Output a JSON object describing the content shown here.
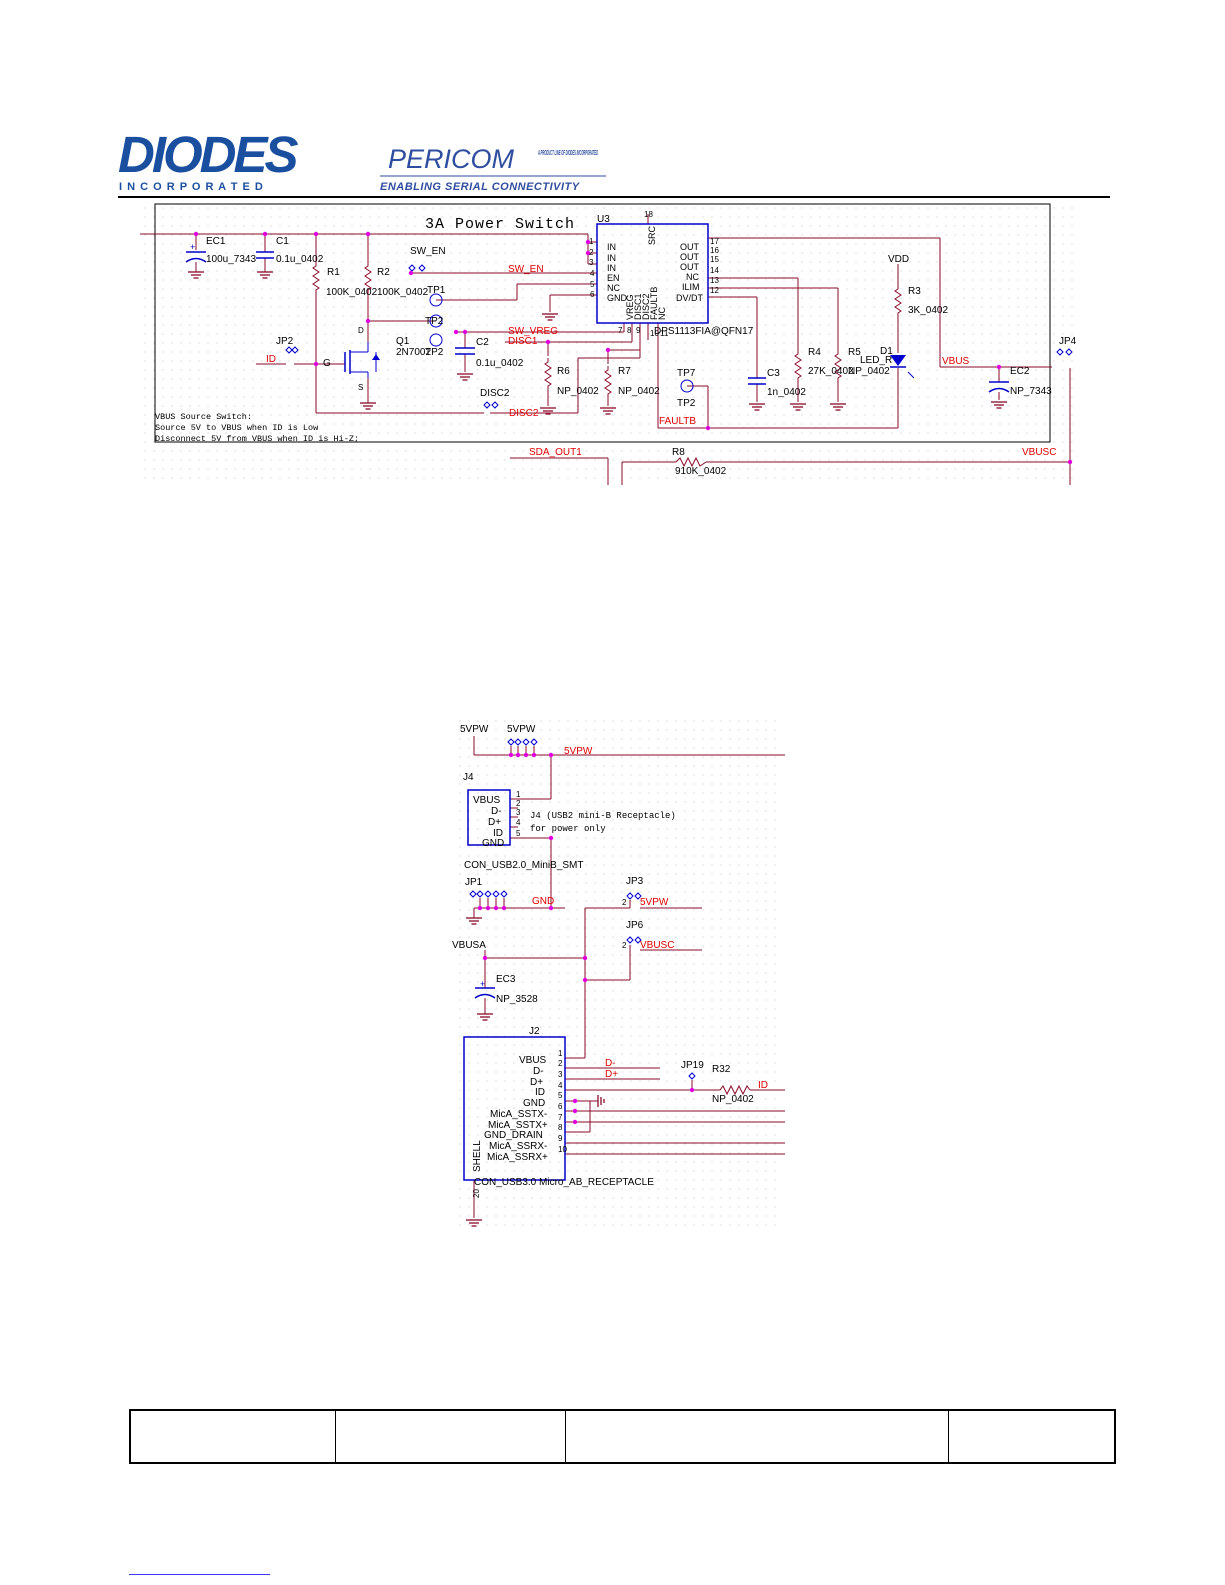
{
  "header": {
    "diodes_logo_text": "DIODES",
    "diodes_sub": "I N C O R P O R A T E D",
    "pericom_logo_text": "PERICOM",
    "pericom_tagline_small": "A PRODUCT LINE OF DIODES INCORPORATED",
    "pericom_slogan": "ENABLING SERIAL CONNECTIVITY"
  },
  "schematic1": {
    "title": "3A Power Switch",
    "note_lines": [
      "VBUS Source Switch:",
      "Source 5V to VBUS when ID is Low",
      "Disconnect 5V from VBUS when ID is Hi-Z;"
    ],
    "labels": {
      "ec1": "EC1",
      "ec1_val": "100u_7343",
      "c1": "C1",
      "c1_val": "0.1u_0402",
      "r1": "R1",
      "r1_val": "100K_0402",
      "r2": "R2",
      "r2_val": "100K_0402",
      "sw_en": "SW_EN",
      "sw_en_net": "SW_EN",
      "tp1": "TP1",
      "tp2a": "TP2",
      "tp2b": "TP2",
      "q1": "Q1",
      "q1_val": "2N7002",
      "jp2": "JP2",
      "id_net": "ID",
      "g": "G",
      "d": "D",
      "s": "S",
      "c2": "C2",
      "c2_val": "0.1u_0402",
      "sw_vreg": "SW_VREG",
      "disc1": "DISC1",
      "r6": "R6",
      "r6_val": "NP_0402",
      "r7": "R7",
      "r7_val": "NP_0402",
      "disc2": "DISC2",
      "disc2_net": "DISC2",
      "u3": "U3",
      "u3_val": "DPS1113FIA@QFN17",
      "src": "SRC",
      "pin_in1": "IN",
      "pin_in2": "IN",
      "pin_in3": "IN",
      "pin_en": "EN",
      "pin_nc": "NC",
      "pin_gnd": "GND",
      "pin_out1": "OUT",
      "pin_out2": "OUT",
      "pin_out3": "OUT",
      "pin_nc2": "NC",
      "pin_ilim": "ILIM",
      "pin_dvdt": "DV/DT",
      "pin_vreg": "VREG",
      "pin_disc1": "DISC1",
      "pin_disc2": "DISC2",
      "pin_faultb": "FAULTB",
      "pin_ncb": "NC",
      "tp7": "TP7",
      "tp7_val": "TP2",
      "faultb_net": "FAULTB",
      "c3": "C3",
      "c3_val": "1n_0402",
      "r4": "R4",
      "r4_val": "27K_0402",
      "r5": "R5",
      "r5_val": "NP_0402",
      "vdd": "VDD",
      "r3": "R3",
      "r3_val": "3K_0402",
      "d1": "D1",
      "d1_val": "LED_R",
      "vbus_net": "VBUS",
      "ec2": "EC2",
      "ec2_val": "NP_7343",
      "jp4": "JP4",
      "sda_out1": "SDA_OUT1",
      "r8": "R8",
      "r8_val": "910K_0402",
      "vbusc": "VBUSC"
    }
  },
  "schematic2": {
    "labels": {
      "5vpw_a": "5VPW",
      "5vpw_b": "5VPW",
      "5vpw_net": "5VPW",
      "j4": "J4",
      "j4_pins": [
        "VBUS",
        "D-",
        "D+",
        "ID",
        "GND"
      ],
      "j4_note1": "J4 (USB2 mini-B Receptacle)",
      "j4_note2": "for power only",
      "j4_part": "CON_USB2.0_MiniB_SMT",
      "jp1": "JP1",
      "gnd_net": "GND",
      "jp3": "JP3",
      "jp3_net": "5VPW",
      "jp6": "JP6",
      "jp6_net": "VBUSC",
      "vbusa": "VBUSA",
      "ec3": "EC3",
      "ec3_val": "NP_3528",
      "j2": "J2",
      "j2_pins": [
        "VBUS",
        "D-",
        "D+",
        "ID",
        "GND",
        "MicA_SSTX-",
        "MicA_SSTX+",
        "GND_DRAIN",
        "MicA_SSRX-",
        "MicA_SSRX+"
      ],
      "j2_shell": "SHELL",
      "j2_part": "CON_USB3.0 Micro_AB_RECEPTACLE",
      "dm_net": "D-",
      "dp_net": "D+",
      "jp19": "JP19",
      "r32": "R32",
      "r32_val": "NP_0402",
      "id_net": "ID"
    }
  },
  "colors": {
    "wire": "#8b0a2a",
    "net_label": "#e00000",
    "part": "#0000cc",
    "junction": "#e000e0",
    "ground": "#8b0a2a",
    "logo_blue": "#1a4fa0"
  }
}
